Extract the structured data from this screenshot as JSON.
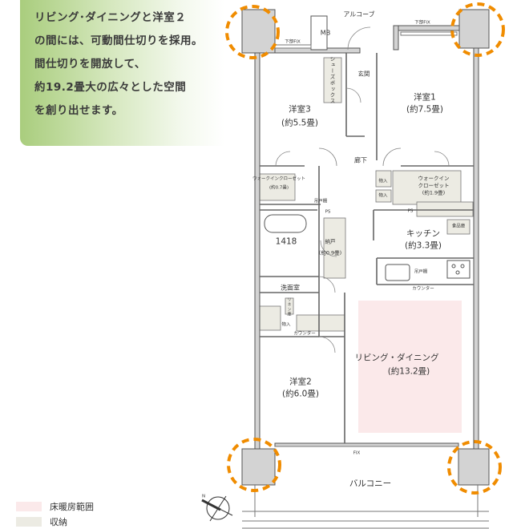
{
  "callout": {
    "lines": [
      "リビング･ダイニングと洋室２",
      "の間には、可動間仕切りを採用。",
      "間仕切りを開放して、",
      "約19.2畳大の広々とした空間",
      "を創り出せます。"
    ]
  },
  "rooms": {
    "alcove": "アルコーブ",
    "mb": "MB",
    "fix_lower_left": "下部FIX",
    "fix_lower_right": "下部FIX",
    "genkan": "玄関",
    "shoebox": "シューズボックス",
    "room1": {
      "name": "洋室1",
      "size": "(約7.5畳)"
    },
    "room3": {
      "name": "洋室3",
      "size": "(約5.5畳)"
    },
    "hallway": "廊下",
    "wic_small": {
      "name": "ウォークインクローゼット",
      "size": "(約0.7畳)"
    },
    "hanging_cabinet_1": "吊戸棚",
    "ps_left": "PS",
    "ps_right": "PS",
    "storage_1": "物入",
    "storage_2": "物入",
    "wic_large": {
      "name1": "ウォークイン",
      "name2": "クローゼット",
      "size": "(約1.9畳)"
    },
    "pantry": "食品庫",
    "kitchen": {
      "name": "キッチン",
      "size": "(約3.3畳)"
    },
    "bath": "1418",
    "closet": {
      "name": "納戸",
      "size": "(約0.9畳)"
    },
    "hanging_cabinet_2": "吊戸棚",
    "counter_kitchen": "カウンター",
    "washroom": "洗面室",
    "linen": "リネン庫",
    "storage_3": "物入",
    "counter_wash": "カウンター",
    "living": {
      "name": "リビング・ダイニング",
      "size": "(約13.2畳)"
    },
    "room2": {
      "name": "洋室2",
      "size": "(約6.0畳)"
    },
    "fix_bottom": "FIX",
    "balcony": "バルコニー"
  },
  "compass": {
    "north": "N"
  },
  "legend": [
    {
      "label": "床暖房範囲",
      "color": "#fbe9ea"
    },
    {
      "label": "収納",
      "color": "#ecebe3"
    }
  ],
  "colors": {
    "highlight_circle": "#f08c00",
    "pillar": "#d3d3d3",
    "wall": "#c8c8c8"
  }
}
